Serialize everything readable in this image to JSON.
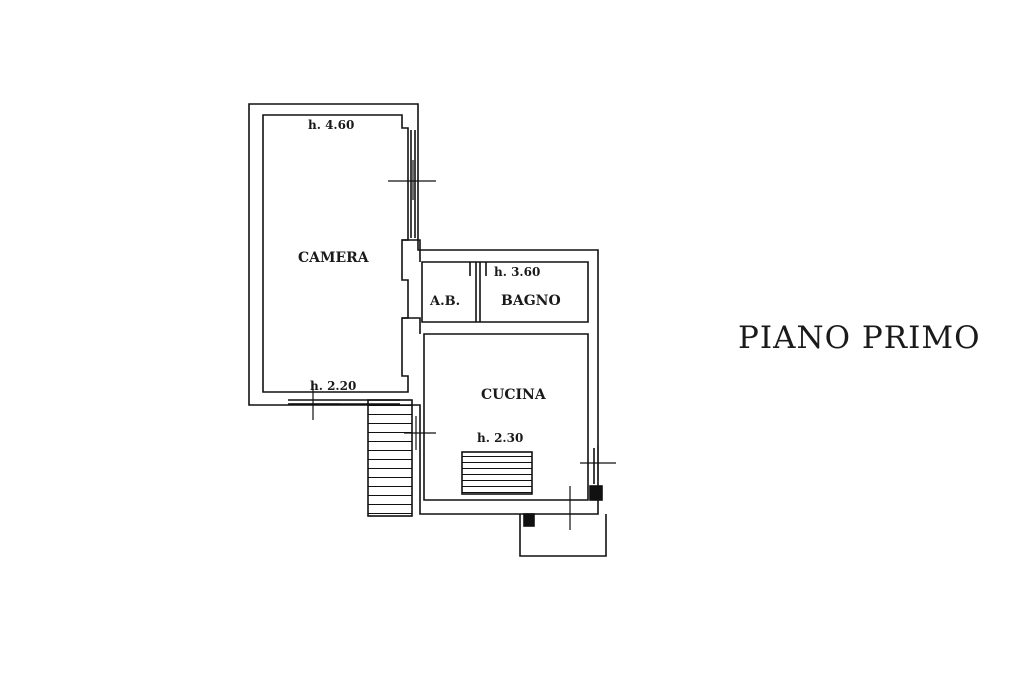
{
  "floor_title": "PIANO PRIMO",
  "rooms": {
    "camera": {
      "name": "CAMERA",
      "height_top": "h. 4.60",
      "height_bottom": "h. 2.20"
    },
    "bagno": {
      "name": "BAGNO",
      "height": "h. 3.60"
    },
    "ab": {
      "name": "A.B."
    },
    "cucina": {
      "name": "CUCINA",
      "height": "h. 2.30"
    }
  }
}
